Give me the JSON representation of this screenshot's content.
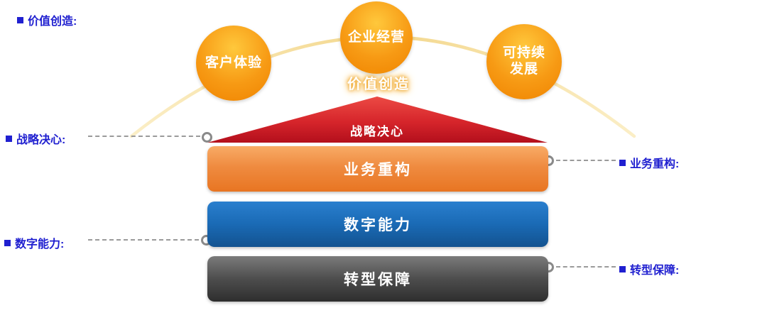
{
  "colors": {
    "annotation_blue": "#2020d0",
    "arc_gold": "#f3d78c",
    "circle_orange": "#f79a14",
    "roof_red": "#d6252b",
    "bar_orange": "#ef8b40",
    "bar_blue": "#1a6ab5",
    "bar_gray": "#4d4d4d",
    "dash_gray": "#9a9a9a"
  },
  "annotations": {
    "value_creation": "价值创造:",
    "strategy": "战略决心:",
    "digital": "数字能力:",
    "business": "业务重构:",
    "guarantee": "转型保障:"
  },
  "pyramid": {
    "circles": [
      {
        "label": "客户体验"
      },
      {
        "label": "企业经营"
      },
      {
        "label": "可持续\n发展"
      }
    ],
    "value_text": "价值创造",
    "roof_label": "战略决心",
    "bars": [
      {
        "label": "业务重构"
      },
      {
        "label": "数字能力"
      },
      {
        "label": "转型保障"
      }
    ]
  }
}
